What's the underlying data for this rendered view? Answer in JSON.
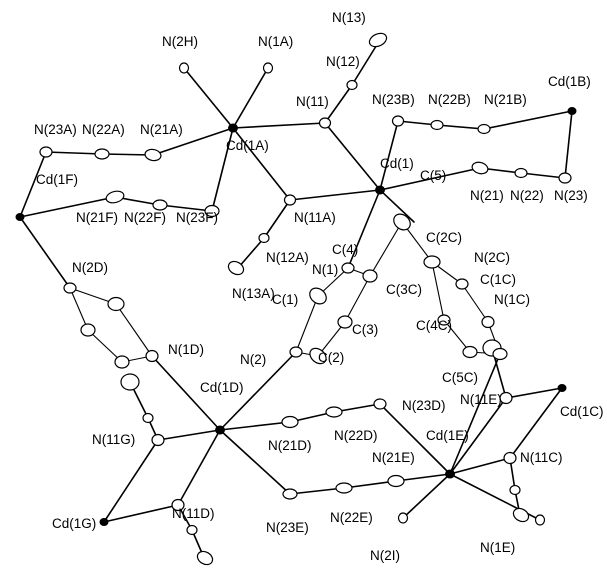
{
  "figure": {
    "atom_labels": {
      "N2H": "N(2H)",
      "N1A": "N(1A)",
      "N13": "N(13)",
      "N12": "N(12)",
      "N11": "N(11)",
      "N23B": "N(23B)",
      "N22B": "N(22B)",
      "N21B": "N(21B)",
      "Cd1B": "Cd(1B)",
      "N23A": "N(23A)",
      "N22A": "N(22A)",
      "N21A": "N(21A)",
      "Cd1A": "Cd(1A)",
      "Cd1": "Cd(1)",
      "N21": "N(21)",
      "N22": "N(22)",
      "N23": "N(23)",
      "Cd1F": "Cd(1F)",
      "C5": "C(5)",
      "N21F": "N(21F)",
      "N22F": "N(22F)",
      "N23F": "N(23F)",
      "N11A": "N(11A)",
      "C2C": "C(2C)",
      "C4": "C(4)",
      "N2C": "N(2C)",
      "N12A": "N(12A)",
      "N1": "N(1)",
      "C1C": "C(1C)",
      "N2D": "N(2D)",
      "N13A": "N(13A)",
      "C3C": "C(3C)",
      "N1C": "N(1C)",
      "C1": "C(1)",
      "C3": "C(3)",
      "C4C": "C(4C)",
      "N1D": "N(1D)",
      "N2": "N(2)",
      "C2": "C(2)",
      "C5C": "C(5C)",
      "Cd1D": "Cd(1D)",
      "N23D": "N(23D)",
      "N11E": "N(11E)",
      "Cd1C": "Cd(1C)",
      "N11G": "N(11G)",
      "N21D": "N(21D)",
      "N22D": "N(22D)",
      "Cd1E": "Cd(1E)",
      "N21E": "N(21E)",
      "N11C": "N(11C)",
      "Cd1G": "Cd(1G)",
      "N11D": "N(11D)",
      "N23E": "N(23E)",
      "N22E": "N(22E)",
      "N2I": "N(2I)",
      "N1E": "N(1E)"
    }
  }
}
